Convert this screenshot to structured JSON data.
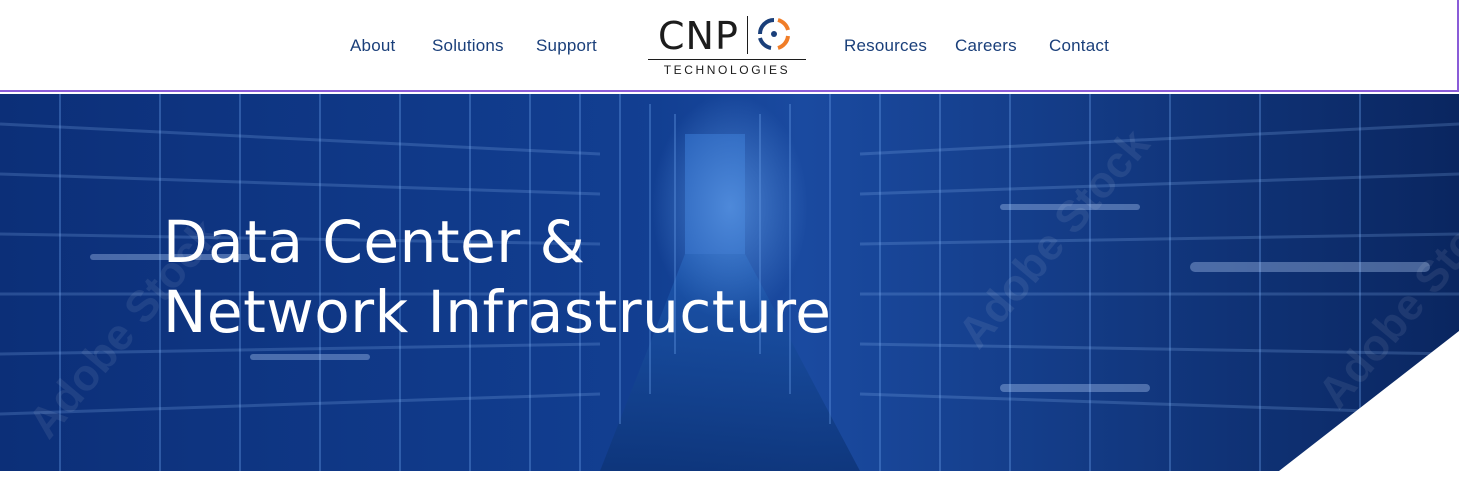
{
  "nav": {
    "about": "About",
    "solutions": "Solutions",
    "support": "Support",
    "resources": "Resources",
    "careers": "Careers",
    "contact": "Contact"
  },
  "logo": {
    "name": "CNP",
    "subtitle": "TECHNOLOGIES",
    "mark_colors": [
      "#1a3f7a",
      "#f07d28"
    ]
  },
  "hero": {
    "title_line1": "Data Center &",
    "title_line2": "Network Infrastructure",
    "background_icon": "server-room-image",
    "watermark": "Adobe Stock"
  },
  "colors": {
    "nav_text": "#1a3f7a",
    "header_border": "#8a5cd8",
    "hero_blue": "#0d2f6e"
  }
}
